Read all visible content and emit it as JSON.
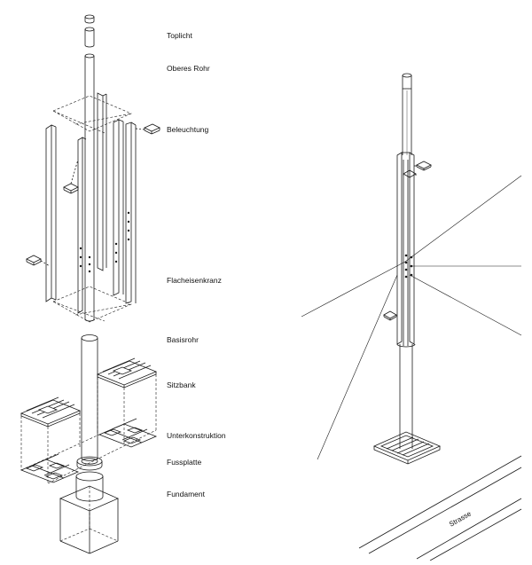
{
  "labels": {
    "toplicht": "Toplicht",
    "oberes_rohr": "Oberes Rohr",
    "beleuchtung": "Beleuchtung",
    "flacheisenkranz": "Flacheisenkranz",
    "basisrohr": "Basisrohr",
    "sitzbank": "Sitzbank",
    "unterkonstruktion": "Unterkonstruktion",
    "fussplatte": "Fussplatte",
    "fundament": "Fundament"
  },
  "road_label": "Strasse",
  "colors": {
    "line": "#1a1a1a",
    "background": "#ffffff"
  }
}
